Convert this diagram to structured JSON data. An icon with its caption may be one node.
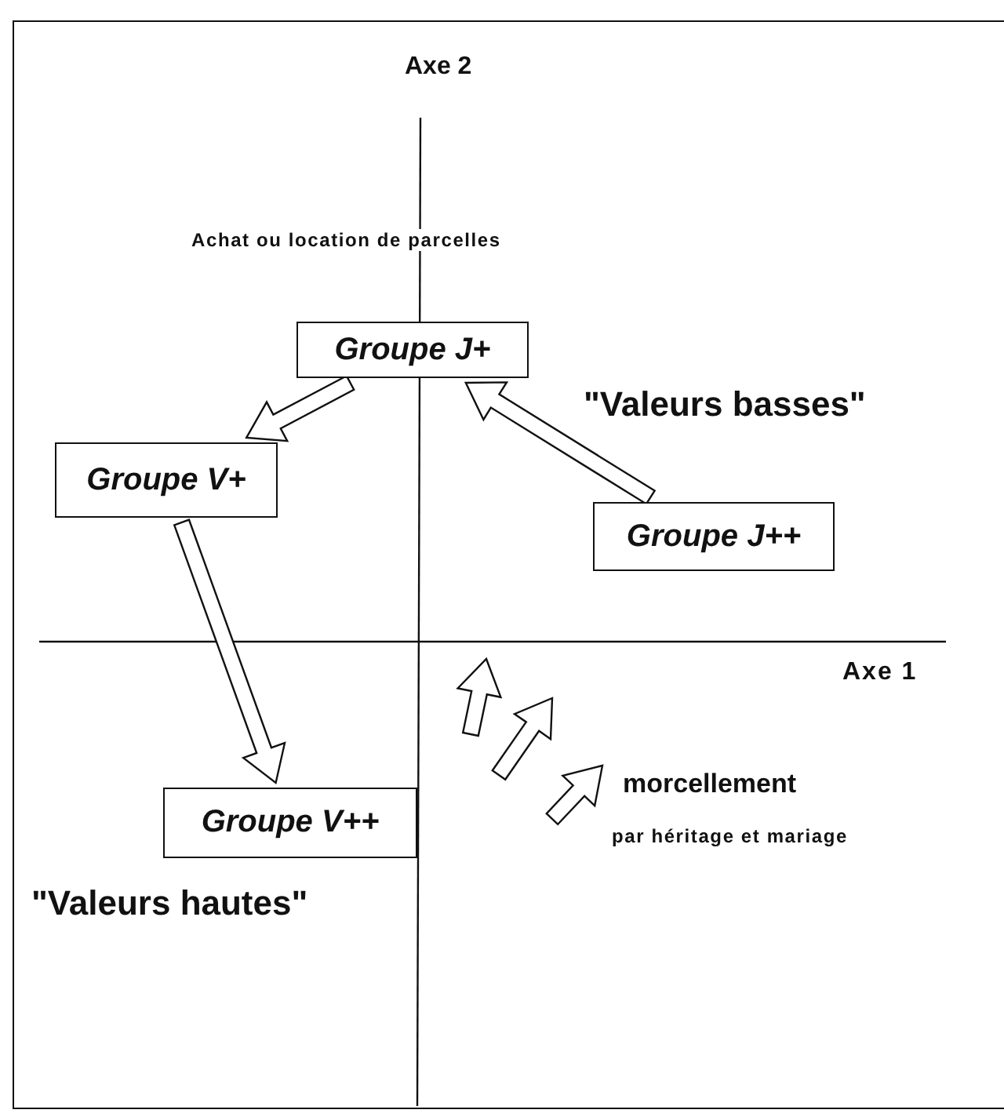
{
  "diagram": {
    "nodes": [
      {
        "text": [
          "Groupe J+"
        ]
      },
      {
        "text": [
          "Groupe V+"
        ]
      },
      {
        "text": [
          "Groupe J++"
        ]
      },
      {
        "text": [
          "Groupe V++"
        ]
      }
    ],
    "edges": [
      {
        "from": 0,
        "to": 1,
        "arrow": "to"
      },
      {
        "from": 2,
        "to": 0,
        "arrow": "to"
      },
      {
        "from": 1,
        "to": 3,
        "arrow": "to"
      }
    ],
    "labels": [
      "Axe 2",
      "Achat ou location de parcelles",
      "\"Valeurs basses\"",
      "Axe 1",
      "morcellement",
      "par héritage et mariage",
      "\"Valeurs hautes\""
    ]
  }
}
